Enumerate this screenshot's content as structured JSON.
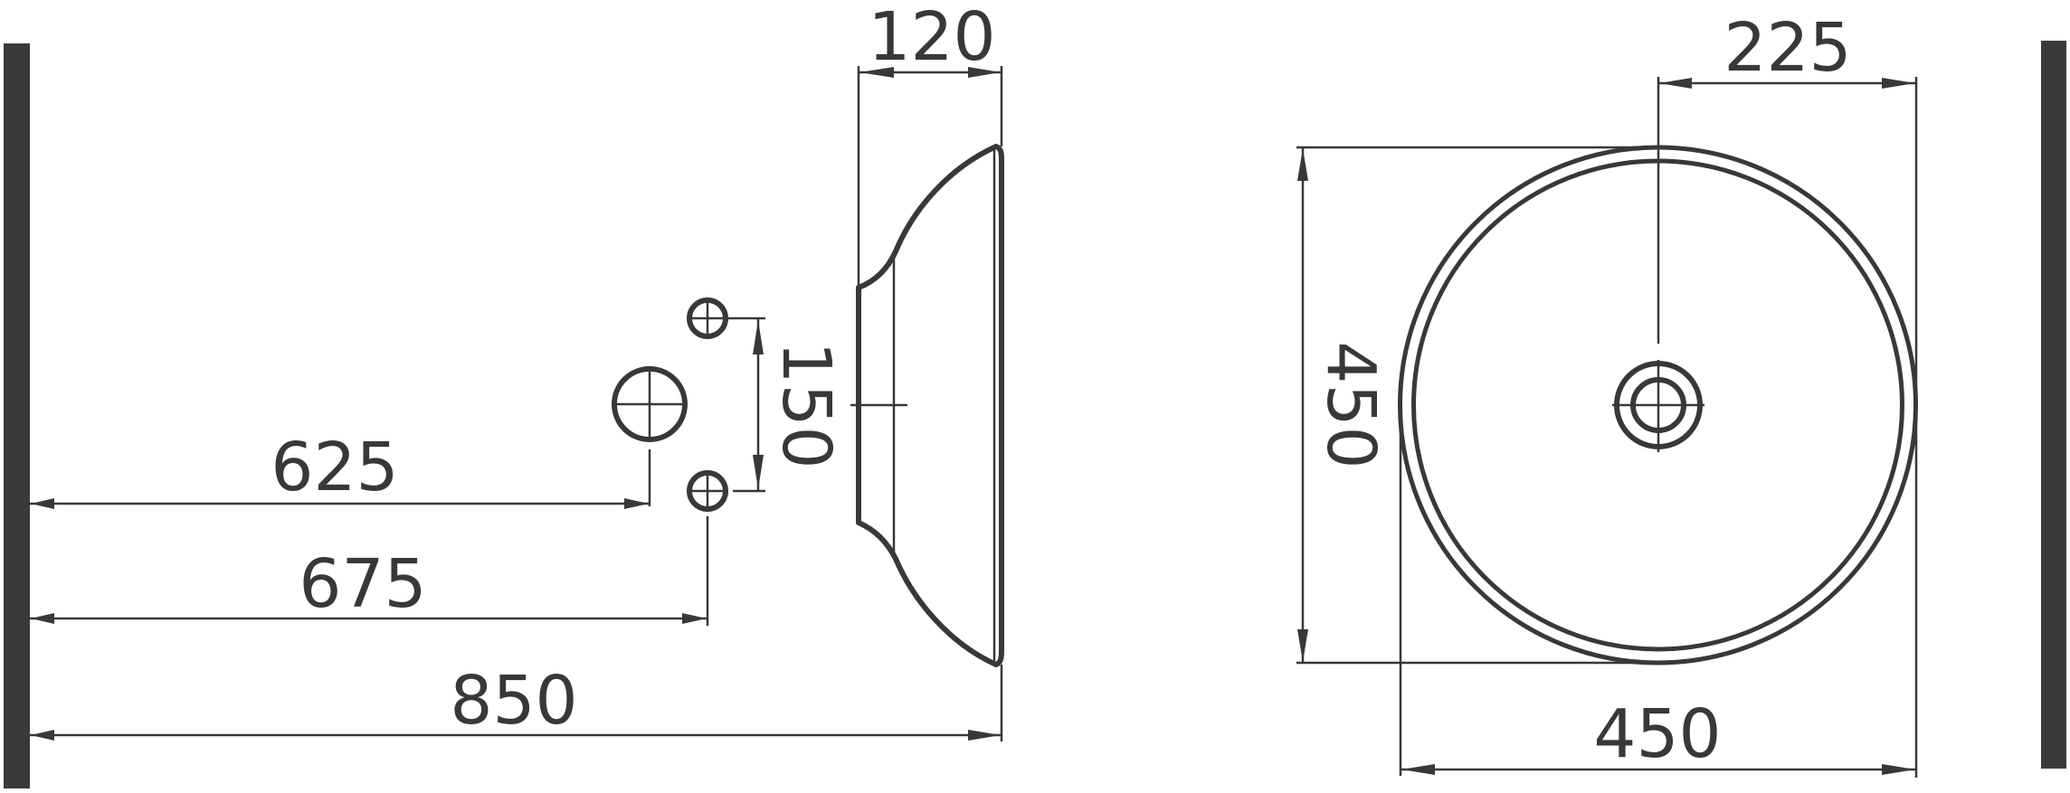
{
  "drawing": {
    "type": "technical-drawing",
    "subject": "countertop round washbasin with wall dimensions",
    "color": "#383838",
    "background": "#ffffff"
  },
  "side_view": {
    "dims": {
      "wall_to_waste": "625",
      "wall_to_tap_holes": "675",
      "wall_to_front": "850",
      "basin_depth": "120",
      "tap_hole_spacing": "150"
    }
  },
  "top_view": {
    "dims": {
      "half_width": "225",
      "depth": "450",
      "width": "450"
    }
  }
}
